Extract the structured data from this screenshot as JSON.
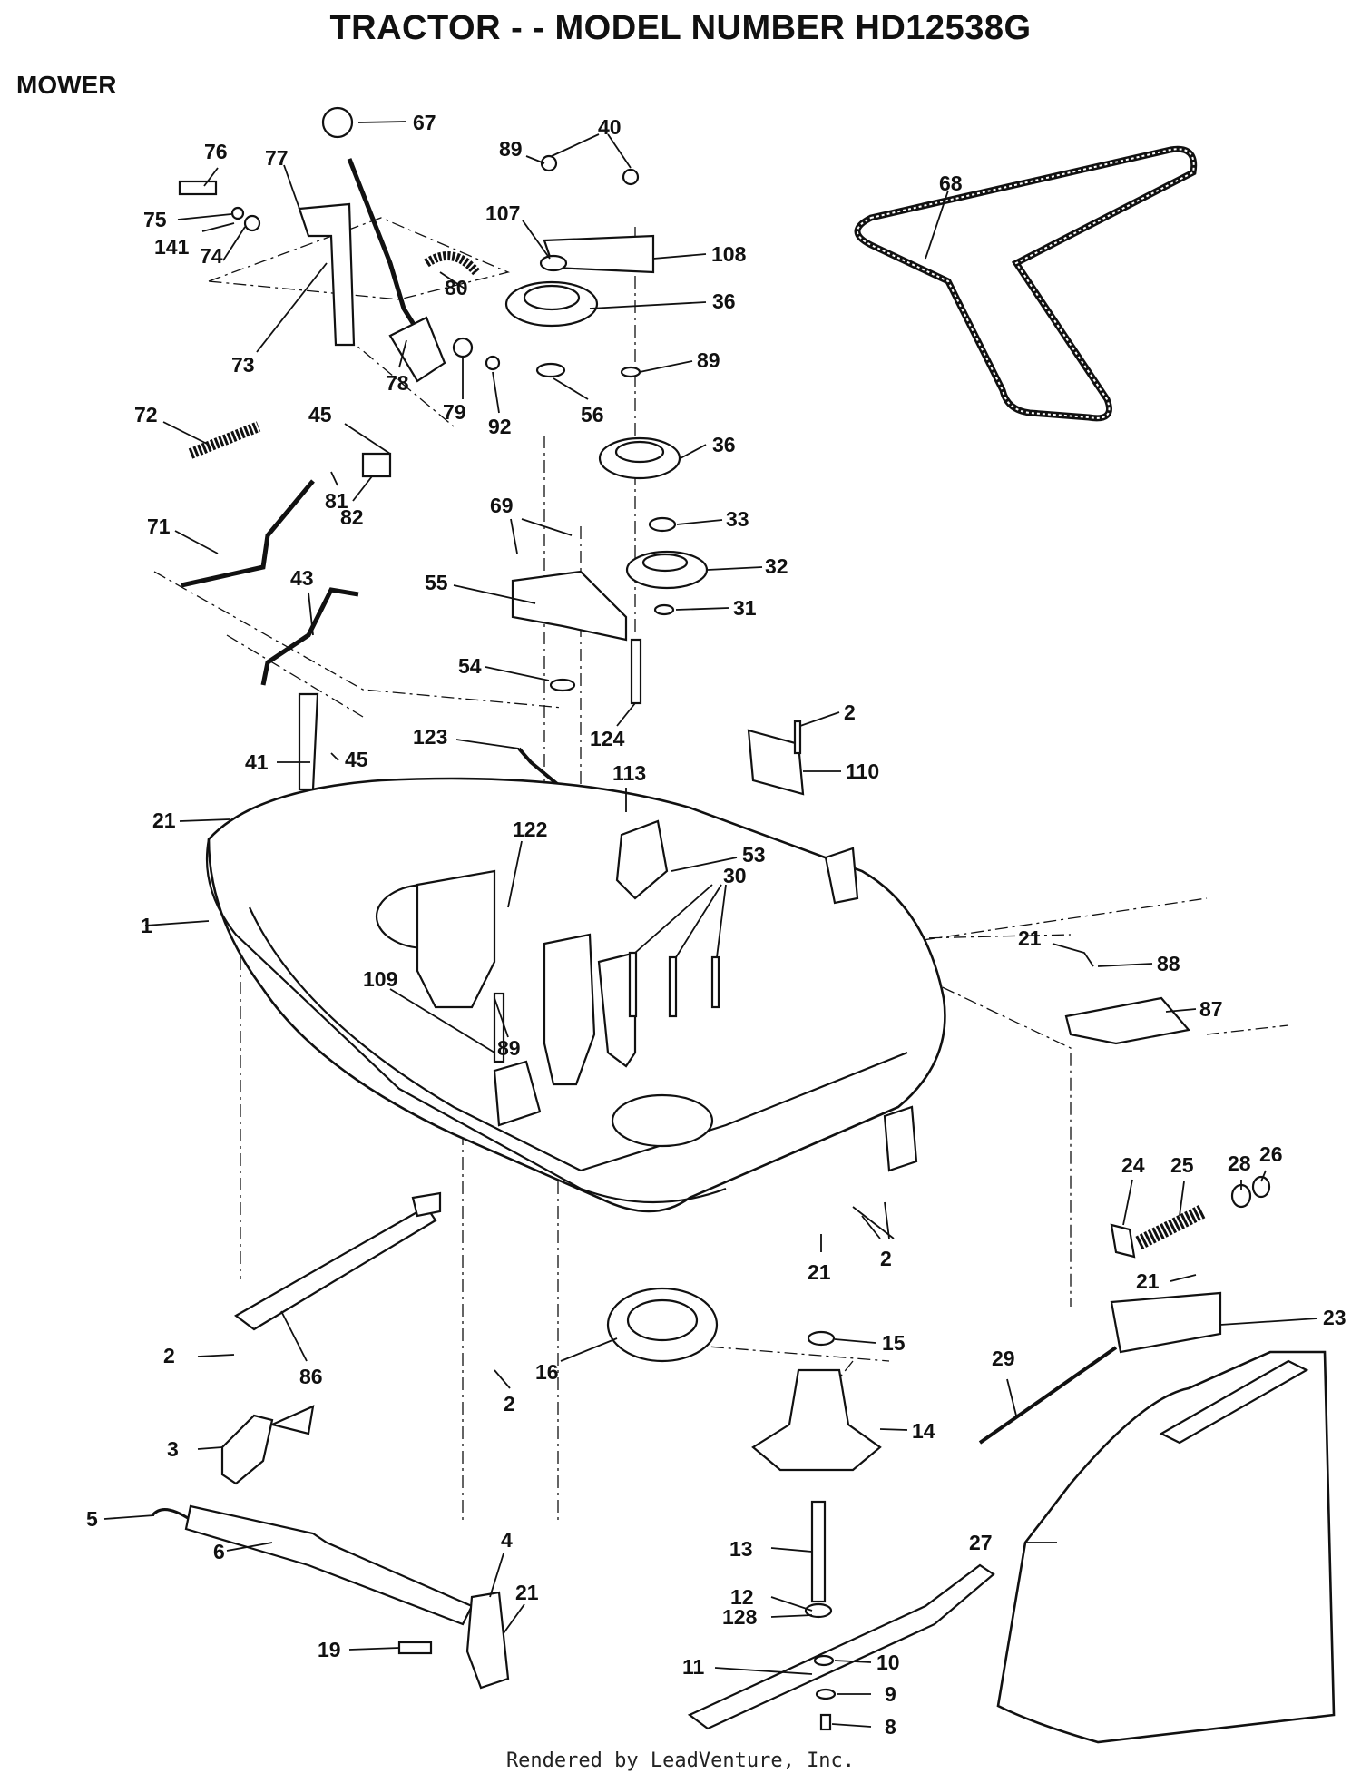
{
  "header": {
    "title": "TRACTOR - - MODEL NUMBER HD12538G",
    "section": "MOWER"
  },
  "footer": {
    "text": "Rendered by LeadVenture, Inc."
  },
  "callouts": [
    {
      "id": "c67",
      "label": "67"
    },
    {
      "id": "c40",
      "label": "40"
    },
    {
      "id": "c76",
      "label": "76"
    },
    {
      "id": "c77",
      "label": "77"
    },
    {
      "id": "c89a",
      "label": "89"
    },
    {
      "id": "c75",
      "label": "75"
    },
    {
      "id": "c141",
      "label": "141"
    },
    {
      "id": "c74",
      "label": "74"
    },
    {
      "id": "c107",
      "label": "107"
    },
    {
      "id": "c108",
      "label": "108"
    },
    {
      "id": "c68",
      "label": "68"
    },
    {
      "id": "c36a",
      "label": "36"
    },
    {
      "id": "c80",
      "label": "80"
    },
    {
      "id": "c73",
      "label": "73"
    },
    {
      "id": "c78",
      "label": "78"
    },
    {
      "id": "c79",
      "label": "79"
    },
    {
      "id": "c92",
      "label": "92"
    },
    {
      "id": "c89b",
      "label": "89"
    },
    {
      "id": "c56",
      "label": "56"
    },
    {
      "id": "c72",
      "label": "72"
    },
    {
      "id": "c45a",
      "label": "45"
    },
    {
      "id": "c36b",
      "label": "36"
    },
    {
      "id": "c81",
      "label": "81"
    },
    {
      "id": "c82",
      "label": "82"
    },
    {
      "id": "c69",
      "label": "69"
    },
    {
      "id": "c33",
      "label": "33"
    },
    {
      "id": "c71",
      "label": "71"
    },
    {
      "id": "c32",
      "label": "32"
    },
    {
      "id": "c43",
      "label": "43"
    },
    {
      "id": "c55",
      "label": "55"
    },
    {
      "id": "c31",
      "label": "31"
    },
    {
      "id": "c54",
      "label": "54"
    },
    {
      "id": "c2a",
      "label": "2"
    },
    {
      "id": "c124",
      "label": "124"
    },
    {
      "id": "c123",
      "label": "123"
    },
    {
      "id": "c45b",
      "label": "45"
    },
    {
      "id": "c41",
      "label": "41"
    },
    {
      "id": "c113",
      "label": "113"
    },
    {
      "id": "c110",
      "label": "110"
    },
    {
      "id": "c21a",
      "label": "21"
    },
    {
      "id": "c122",
      "label": "122"
    },
    {
      "id": "c53",
      "label": "53"
    },
    {
      "id": "c1",
      "label": "1"
    },
    {
      "id": "c30",
      "label": "30"
    },
    {
      "id": "c21b",
      "label": "21"
    },
    {
      "id": "c88",
      "label": "88"
    },
    {
      "id": "c109",
      "label": "109"
    },
    {
      "id": "c87",
      "label": "87"
    },
    {
      "id": "c89c",
      "label": "89"
    },
    {
      "id": "c28",
      "label": "28"
    },
    {
      "id": "c26",
      "label": "26"
    },
    {
      "id": "c24",
      "label": "24"
    },
    {
      "id": "c25",
      "label": "25"
    },
    {
      "id": "c21c",
      "label": "21"
    },
    {
      "id": "c21d",
      "label": "21"
    },
    {
      "id": "c2b",
      "label": "2"
    },
    {
      "id": "c2c",
      "label": "2"
    },
    {
      "id": "c23",
      "label": "23"
    },
    {
      "id": "c15",
      "label": "15"
    },
    {
      "id": "c2d",
      "label": "2"
    },
    {
      "id": "c86",
      "label": "86"
    },
    {
      "id": "c16",
      "label": "16"
    },
    {
      "id": "c29",
      "label": "29"
    },
    {
      "id": "c14",
      "label": "14"
    },
    {
      "id": "c3",
      "label": "3"
    },
    {
      "id": "c5",
      "label": "5"
    },
    {
      "id": "c27",
      "label": "27"
    },
    {
      "id": "c6",
      "label": "6"
    },
    {
      "id": "c4",
      "label": "4"
    },
    {
      "id": "c13",
      "label": "13"
    },
    {
      "id": "c21e",
      "label": "21"
    },
    {
      "id": "c12",
      "label": "12"
    },
    {
      "id": "c128",
      "label": "128"
    },
    {
      "id": "c11",
      "label": "11"
    },
    {
      "id": "c19",
      "label": "19"
    },
    {
      "id": "c10",
      "label": "10"
    },
    {
      "id": "c9",
      "label": "9"
    },
    {
      "id": "c8",
      "label": "8"
    }
  ]
}
